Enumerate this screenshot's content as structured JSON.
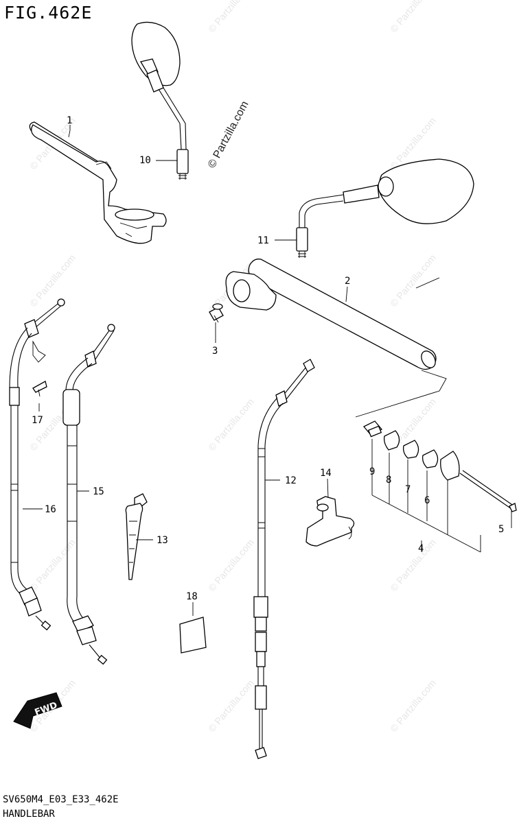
{
  "figure": {
    "title": "FIG.462E",
    "code": "SV650M4_E03_E33_462E",
    "name": "HANDLEBAR",
    "watermark_main": "© Partzilla.com",
    "watermark": "© Partzilla.com"
  },
  "direction_badge": {
    "label": "FWD"
  },
  "callouts": [
    {
      "id": "c1",
      "label": "1"
    },
    {
      "id": "c2",
      "label": "2"
    },
    {
      "id": "c3",
      "label": "3"
    },
    {
      "id": "c4",
      "label": "4"
    },
    {
      "id": "c5",
      "label": "5"
    },
    {
      "id": "c6",
      "label": "6"
    },
    {
      "id": "c7",
      "label": "7"
    },
    {
      "id": "c8",
      "label": "8"
    },
    {
      "id": "c9",
      "label": "9"
    },
    {
      "id": "c10",
      "label": "10"
    },
    {
      "id": "c11",
      "label": "11"
    },
    {
      "id": "c12",
      "label": "12"
    },
    {
      "id": "c13",
      "label": "13"
    },
    {
      "id": "c14",
      "label": "14"
    },
    {
      "id": "c15",
      "label": "15"
    },
    {
      "id": "c16",
      "label": "16"
    },
    {
      "id": "c17",
      "label": "17"
    },
    {
      "id": "c18",
      "label": "18"
    }
  ]
}
